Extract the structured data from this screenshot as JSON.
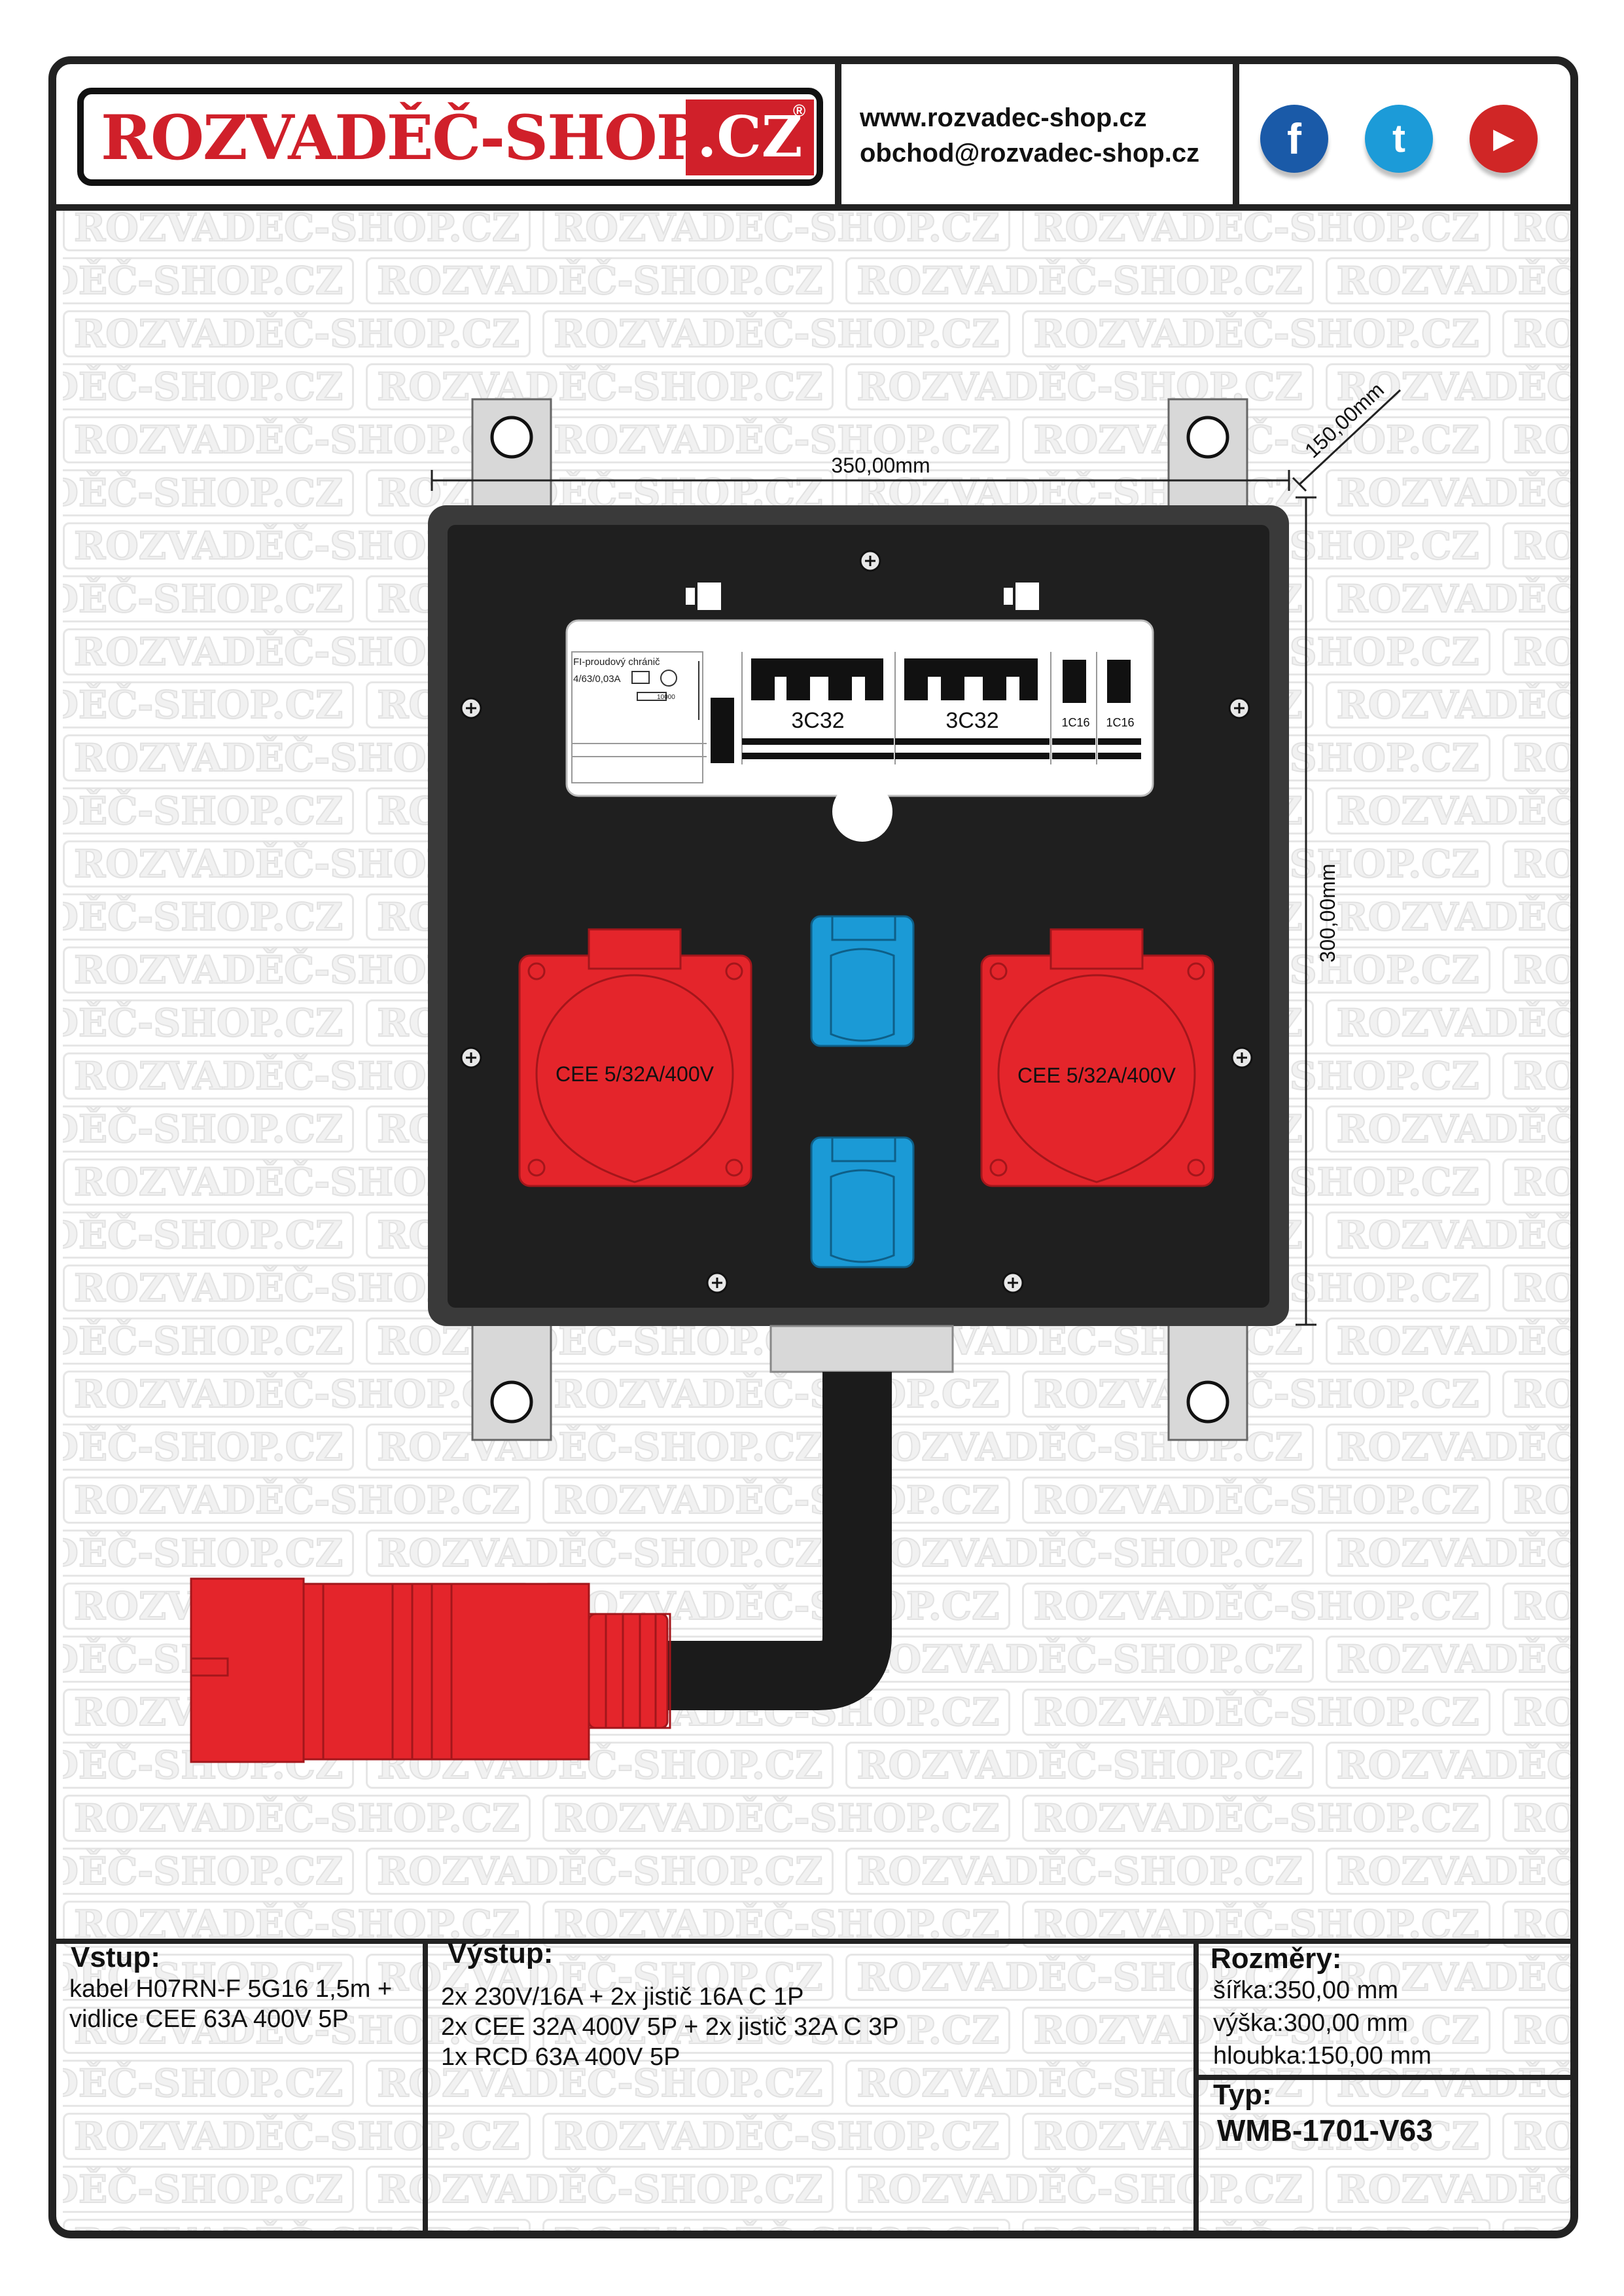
{
  "header": {
    "logo_text": "ROZVADĚČ-SHOP",
    "logo_tld": ".CZ",
    "logo_registered": "®",
    "website": "www.rozvadec-shop.cz",
    "email": "obchod@rozvadec-shop.cz",
    "social": [
      {
        "name": "facebook",
        "glyph": "f",
        "color": "#1a5aa8"
      },
      {
        "name": "twitter",
        "glyph": "t",
        "color": "#1c9bd8"
      },
      {
        "name": "youtube",
        "glyph": "▶",
        "color": "#d02626"
      }
    ]
  },
  "watermark_text": "ROZVADĚČ-SHOP.CZ",
  "dimensions": {
    "width_label": "350,00mm",
    "height_label": "300,00mm",
    "depth_label": "150,00mm"
  },
  "panel": {
    "rcd_title": "FI-proudový chránič",
    "rcd_spec": "4/63/0,03A",
    "rcd_rating": "10000",
    "breakers": [
      "3C32",
      "3C32",
      "1C16",
      "1C16"
    ],
    "sockets_cee": [
      "CEE 5/32A/400V",
      "CEE 5/32A/400V"
    ]
  },
  "colors": {
    "box": "#1f1f1f",
    "cee_red": "#e4252b",
    "schuko_blue": "#1b9ad6",
    "plug_red": "#e4252b",
    "cable": "#1b1b1b",
    "bracket": "#d8d8d8"
  },
  "footer": {
    "input_title": "Vstup:",
    "input_lines": [
      "kabel H07RN-F 5G16 1,5m +",
      "vidlice CEE 63A 400V 5P"
    ],
    "output_title": "Výstup:",
    "output_lines": [
      "2x 230V/16A + 2x jistič 16A C 1P",
      "2x CEE 32A 400V 5P + 2x jistič 32A C 3P",
      "1x RCD 63A 400V 5P"
    ],
    "dims_title": "Rozměry:",
    "dims_lines": [
      "šířka:350,00 mm",
      "výška:300,00 mm",
      "hloubka:150,00 mm"
    ],
    "type_title": "Typ:",
    "type_value": "WMB-1701-V63"
  }
}
